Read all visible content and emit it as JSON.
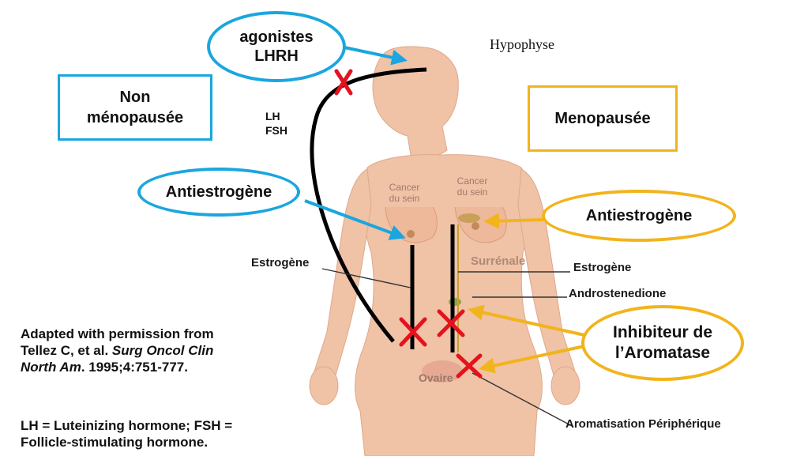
{
  "labels": {
    "hypophyse": "Hypophyse",
    "agonistes_line1": "agonistes",
    "agonistes_line2": "LHRH",
    "non_menopause_line1": "Non",
    "non_menopause_line2": "ménopausée",
    "menopause": "Menopausée",
    "lh": "LH",
    "fsh": "FSH",
    "antiestrogene_left": "Antiestrogène",
    "antiestrogene_right": "Antiestrogène",
    "cancer_sein_left_1": "Cancer",
    "cancer_sein_left_2": "du sein",
    "cancer_sein_right_1": "Cancer",
    "cancer_sein_right_2": "du sein",
    "surrenale": "Surrénale",
    "estrogene_left": "Estrogène",
    "estrogene_right": "Estrogène",
    "androstenedione": "Androstenedione",
    "inhibiteur_line1": "Inhibiteur de",
    "inhibiteur_line2": "l’Aromatase",
    "ovaire": "Ovaire",
    "aromatisation": "Aromatisation Périphérique"
  },
  "citation": {
    "line1": "Adapted with permission from",
    "line2_a": "Tellez C, et al. ",
    "line2_b": "Surg Oncol Clin",
    "line3_a": "North Am",
    "line3_b": ". 1995;4:751-777."
  },
  "footnote": {
    "line1": "LH = Luteinizing hormone; FSH =",
    "line2": "Follicle-stimulating hormone."
  },
  "colors": {
    "blue": "#1aa6de",
    "gold": "#f2b41c",
    "skin": "#f0c2a6",
    "cross": "#e5121e"
  }
}
